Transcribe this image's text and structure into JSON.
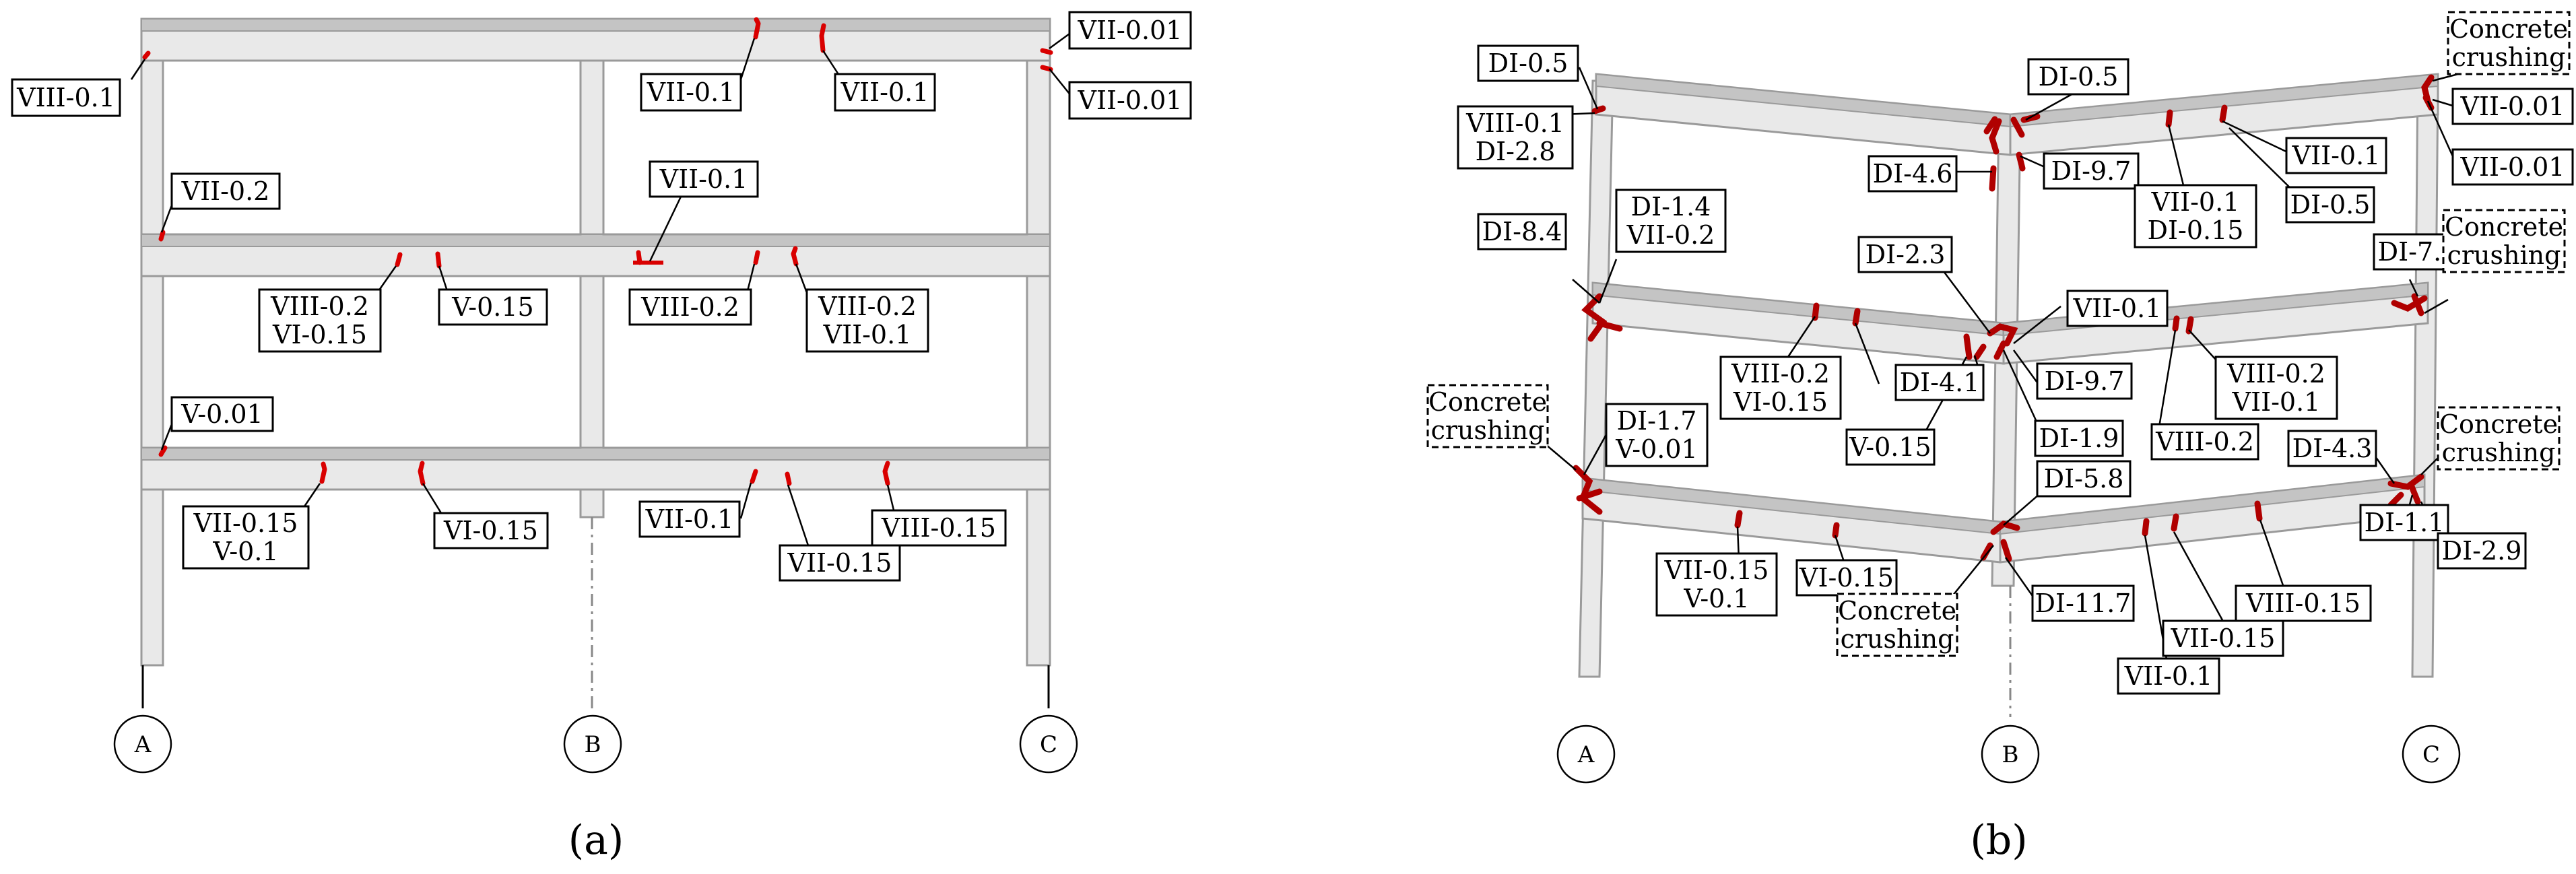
{
  "panel_a": {
    "caption": "(a)",
    "axes": [
      "A",
      "B",
      "C"
    ],
    "labels": {
      "viii_01": "VIII-0.1",
      "vii_001_top": "VII-0.01",
      "vii_001_bot": "VII-0.01",
      "vii_01_r1": "VII-0.1",
      "vii_01_r2": "VII-0.1",
      "vii_02": "VII-0.2",
      "vii_01_mid": "VII-0.1",
      "viii_02_vi_015": [
        "VIII-0.2",
        "VI-0.15"
      ],
      "v_015": "V-0.15",
      "viii_02": "VIII-0.2",
      "viii_02_vii_01": [
        "VIII-0.2",
        "VII-0.1"
      ],
      "v_001": "V-0.01",
      "vii_015_v_01": [
        "VII-0.15",
        "V-0.1"
      ],
      "vi_015": "VI-0.15",
      "vii_01_low": "VII-0.1",
      "viii_015": "VIII-0.15",
      "vii_015": "VII-0.15"
    }
  },
  "panel_b": {
    "caption": "(b)",
    "axes": [
      "A",
      "B",
      "C"
    ],
    "labels": {
      "di_05_a": "DI-0.5",
      "viii01_di28": [
        "VIII-0.1",
        "DI-2.8"
      ],
      "di_05_b": "DI-0.5",
      "concrete_crushing_tr": [
        "Concrete",
        "crushing"
      ],
      "vii_001_a": "VII-0.01",
      "vii_001_b": "VII-0.01",
      "di_46": "DI-4.6",
      "di_97_a": "DI-9.7",
      "vii01_di015": [
        "VII-0.1",
        "DI-0.15"
      ],
      "vii_01_a": "VII-0.1",
      "di_05_c": "DI-0.5",
      "di_84": "DI-8.4",
      "di14_vii02": [
        "DI-1.4",
        "VII-0.2"
      ],
      "di_23": "DI-2.3",
      "vii_01_b": "VII-0.1",
      "di_76": "DI-7.6",
      "concrete_crushing_r": [
        "Concrete",
        "crushing"
      ],
      "viii02_vi015": [
        "VIII-0.2",
        "VI-0.15"
      ],
      "di_41": "DI-4.1",
      "di_97_b": "DI-9.7",
      "viii02_vii01": [
        "VIII-0.2",
        "VII-0.1"
      ],
      "concrete_crushing_l": [
        "Concrete",
        "crushing"
      ],
      "di17_v001": [
        "DI-1.7",
        "V-0.01"
      ],
      "v_015": "V-0.15",
      "di_19": "DI-1.9",
      "viii_02": "VIII-0.2",
      "di_43": "DI-4.3",
      "concrete_crushing_rr": [
        "Concrete",
        "crushing"
      ],
      "di_58": "DI-5.8",
      "vii015_v01": [
        "VII-0.15",
        "V-0.1"
      ],
      "vi_015": "VI-0.15",
      "di_11": "DI-1.1",
      "di_29": "DI-2.9",
      "concrete_crushing_b": [
        "Concrete",
        "crushing"
      ],
      "di_117": "DI-11.7",
      "viii_015": "VIII-0.15",
      "vii_015": "VII-0.15",
      "vii_01_c": "VII-0.1"
    }
  }
}
